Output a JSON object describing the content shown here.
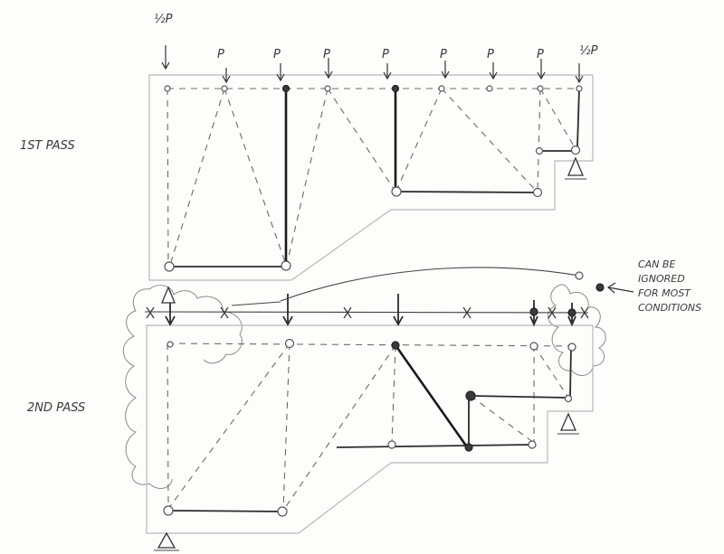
{
  "pass1": {
    "label": "1ST PASS"
  },
  "pass2": {
    "label": "2ND PASS"
  },
  "loads": {
    "half_p_left": "½P",
    "half_p_right": "½P",
    "p": "P"
  },
  "note": {
    "line1": "CAN BE",
    "line2": "IGNORED",
    "line3": "FOR MOST",
    "line4": "CONDITIONS"
  }
}
